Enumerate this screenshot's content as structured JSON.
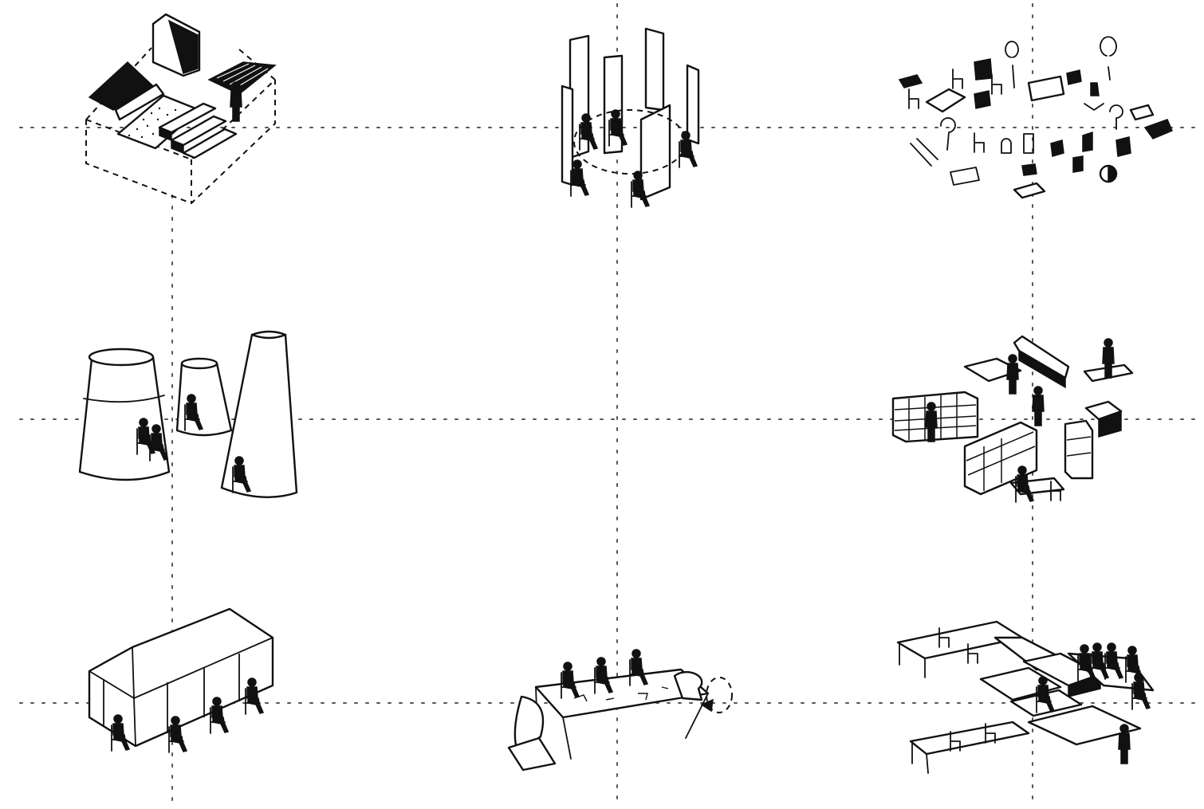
{
  "colors": {
    "ink": "#111111",
    "paper": "#ffffff",
    "guide": "#555555"
  },
  "vignettes": [
    {
      "name": "courtyard-block",
      "icon": "courtyard-stairs-icon"
    },
    {
      "name": "tall-panels-ring",
      "icon": "standing-panels-icon"
    },
    {
      "name": "scattered-chairs",
      "icon": "chair-collection-icon"
    },
    {
      "name": "cone-pods",
      "icon": "seating-pods-icon"
    },
    {
      "name": "shelving-cluster",
      "icon": "shelves-and-desks-icon"
    },
    {
      "name": "gabled-cabin",
      "icon": "house-booths-icon"
    },
    {
      "name": "plan-table",
      "icon": "drawing-table-icon"
    },
    {
      "name": "connected-tables",
      "icon": "table-network-icon"
    }
  ]
}
